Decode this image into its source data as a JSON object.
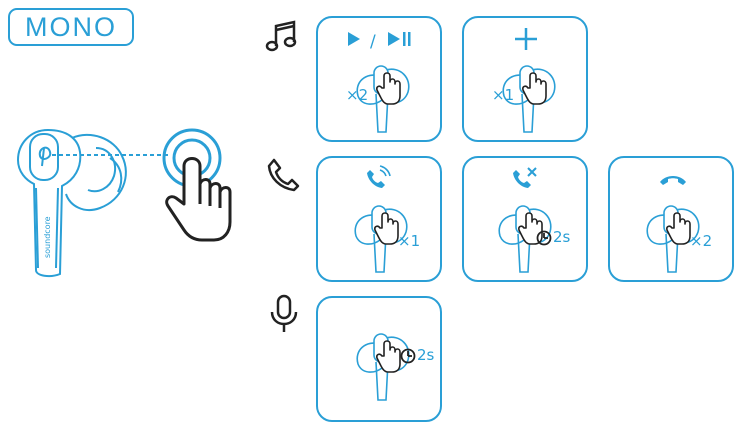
{
  "mode_label": "MONO",
  "colors": {
    "accent": "#2a9fd6",
    "line": "#222222"
  },
  "rows": [
    {
      "icon": "music-note-icon",
      "actions": [
        {
          "icon": "play-pause-icon",
          "gesture": "×2"
        },
        {
          "icon": "plus-icon",
          "gesture": "×1"
        }
      ]
    },
    {
      "icon": "phone-icon",
      "actions": [
        {
          "icon": "answer-call-icon",
          "gesture": "×1"
        },
        {
          "icon": "reject-call-icon",
          "gesture": "2s"
        },
        {
          "icon": "end-call-icon",
          "gesture": "×2"
        }
      ]
    },
    {
      "icon": "microphone-icon",
      "actions": [
        {
          "icon": "mute-mic-icon",
          "gesture": "2s"
        }
      ]
    }
  ],
  "brand_text": "soundcore",
  "play_pause_slash": "/"
}
